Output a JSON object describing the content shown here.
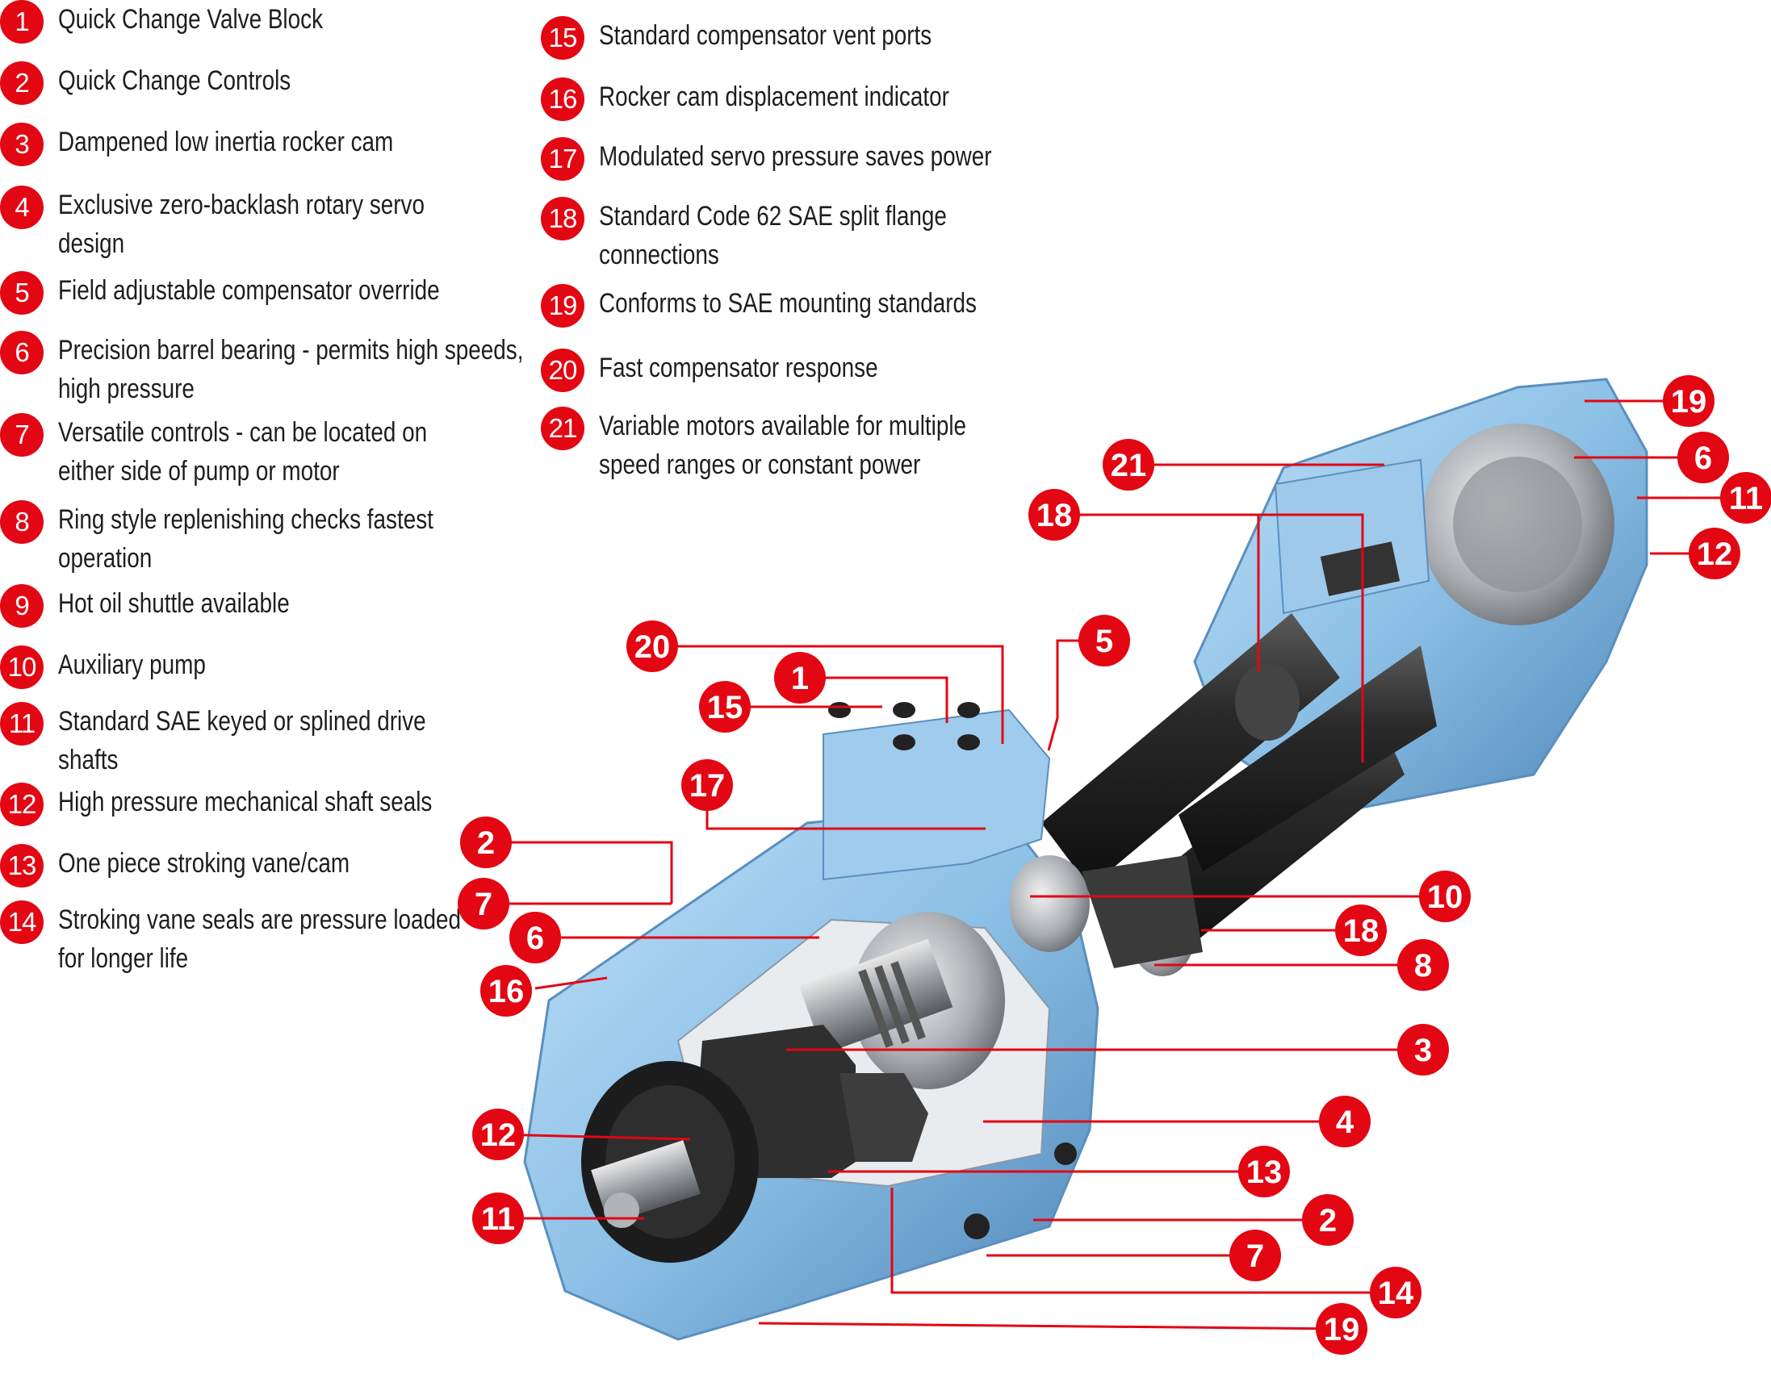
{
  "legend": {
    "items": [
      {
        "num": "1",
        "lines": [
          "Quick Change Valve Block"
        ]
      },
      {
        "num": "2",
        "lines": [
          "Quick Change Controls"
        ]
      },
      {
        "num": "3",
        "lines": [
          "Dampened low inertia rocker cam"
        ]
      },
      {
        "num": "4",
        "lines": [
          "Exclusive zero-backlash rotary servo",
          "design"
        ]
      },
      {
        "num": "5",
        "lines": [
          "Field adjustable compensator override"
        ]
      },
      {
        "num": "6",
        "lines": [
          "Precision barrel bearing - permits high speeds,",
          "high pressure"
        ]
      },
      {
        "num": "7",
        "lines": [
          "Versatile controls - can be located on",
          "either side of pump or motor"
        ]
      },
      {
        "num": "8",
        "lines": [
          "Ring style replenishing checks fastest",
          "operation"
        ]
      },
      {
        "num": "9",
        "lines": [
          "Hot oil shuttle available"
        ]
      },
      {
        "num": "10",
        "lines": [
          "Auxiliary pump"
        ]
      },
      {
        "num": "11",
        "lines": [
          "Standard SAE keyed or splined drive",
          "shafts"
        ]
      },
      {
        "num": "12",
        "lines": [
          "High pressure mechanical shaft seals"
        ]
      },
      {
        "num": "13",
        "lines": [
          "One piece stroking vane/cam"
        ]
      },
      {
        "num": "14",
        "lines": [
          "Stroking vane seals are pressure loaded",
          "for longer life"
        ]
      },
      {
        "num": "15",
        "lines": [
          "Standard compensator vent ports"
        ]
      },
      {
        "num": "16",
        "lines": [
          "Rocker cam displacement indicator"
        ]
      },
      {
        "num": "17",
        "lines": [
          "Modulated servo pressure saves power"
        ]
      },
      {
        "num": "18",
        "lines": [
          "Standard Code 62 SAE split flange",
          "connections"
        ]
      },
      {
        "num": "19",
        "lines": [
          "Conforms to SAE mounting standards"
        ]
      },
      {
        "num": "20",
        "lines": [
          "Fast compensator response"
        ]
      },
      {
        "num": "21",
        "lines": [
          "Variable motors available for multiple",
          "speed ranges or constant power"
        ]
      }
    ]
  },
  "callouts": [
    "19",
    "6",
    "11",
    "12",
    "21",
    "18",
    "5",
    "20",
    "1",
    "15",
    "17",
    "2",
    "7",
    "6",
    "16",
    "10",
    "18",
    "8",
    "3",
    "4",
    "12",
    "13",
    "11",
    "2",
    "7",
    "14",
    "19"
  ],
  "colors": {
    "accent": "#e30613",
    "housing_blue": "#8cc0e6",
    "housing_shadow": "#5a8fbf",
    "dark_metal": "#2b2b2b",
    "steel": "#b9bcc0"
  },
  "illustration": {
    "name": "hydraulic-pump-motor-cutaway"
  }
}
